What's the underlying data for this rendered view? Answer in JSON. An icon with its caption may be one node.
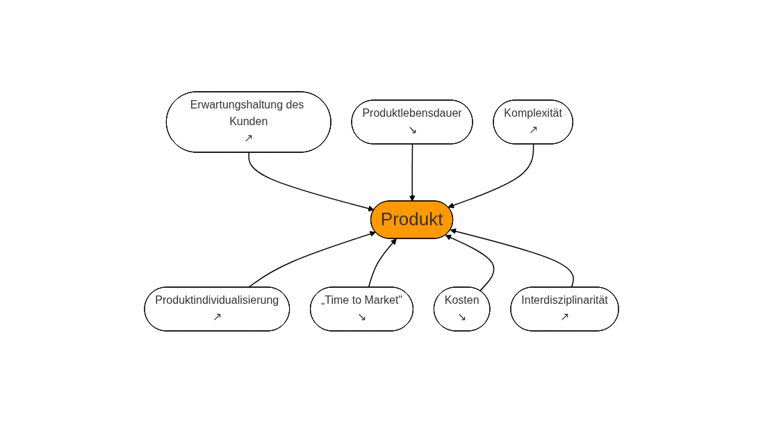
{
  "diagram": {
    "nodes": [
      {
        "text": [
          "Erwartungshaltung des Kunden",
          "↗"
        ]
      },
      {
        "text": [
          "Produktlebensdauer",
          "↘"
        ]
      },
      {
        "text": [
          "Komplexität",
          "↗"
        ]
      },
      {
        "text": [
          "Produkt"
        ]
      },
      {
        "text": [
          "Produktindividualisierung",
          "↗"
        ]
      },
      {
        "text": [
          "„Time to Market\"",
          "↘"
        ]
      },
      {
        "text": [
          "Kosten",
          "↘"
        ]
      },
      {
        "text": [
          "Interdisziplinarität",
          "↗"
        ]
      }
    ],
    "edges": [
      {
        "from": 0,
        "to": 3,
        "arrow": "to"
      },
      {
        "from": 1,
        "to": 3,
        "arrow": "to"
      },
      {
        "from": 2,
        "to": 3,
        "arrow": "to"
      },
      {
        "from": 4,
        "to": 3,
        "arrow": "to"
      },
      {
        "from": 5,
        "to": 3,
        "arrow": "to"
      },
      {
        "from": 6,
        "to": 3,
        "arrow": "to"
      },
      {
        "from": 7,
        "to": 3,
        "arrow": "to"
      }
    ]
  }
}
